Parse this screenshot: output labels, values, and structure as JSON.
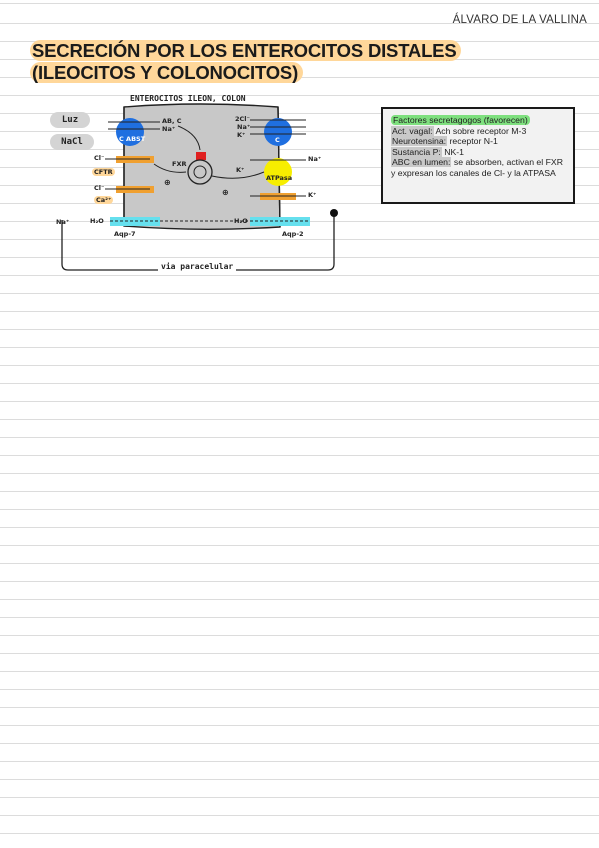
{
  "header": {
    "author": "ÁLVARO DE LA VALLINA"
  },
  "title": {
    "line1": "SECRECIÓN POR LOS ENTEROCITOS DISTALES",
    "line2": "(ILEOCITOS Y COLONOCITOS)"
  },
  "diagram": {
    "heading": "ENTEROCITOS ILEON, COLON",
    "lumen_label": "Luz",
    "nacl_label": "NaCl",
    "left_channel_label": "C ABST",
    "left_in_top": "AB, C",
    "left_in_bottom": "Na⁺",
    "cl_top": "Cl⁻",
    "cftr_label": "CFTR",
    "cl_bottom": "Cl⁻",
    "ca_label": "Ca²⁺",
    "h2o_left": "H₂O",
    "aqp_left": "Aqp-7",
    "fxr_label": "FXR",
    "plus_left": "⊕",
    "plus_right": "⊕",
    "right_in_1": "2Cl⁻",
    "right_in_2": "Na⁺",
    "right_in_3": "K⁺",
    "right_channel_label": "C",
    "k_left": "K⁺",
    "na_right": "Na⁺",
    "atpasa_label": "ATPasa",
    "k_right": "K⁺",
    "h2o_right": "H₂O",
    "aqp_right": "Aqp-2",
    "na_out": "Na⁺",
    "paracellular_label": "via paracelular"
  },
  "note": {
    "heading": "Factores secretagogos (favorecen)",
    "items": [
      {
        "term": "Act. vagal:",
        "text": " Ach sobre receptor M-3"
      },
      {
        "term": "Neurotensina:",
        "text": " receptor N-1"
      },
      {
        "term": "Sustancia P:",
        "text": " NK-1"
      },
      {
        "term": "ABC en lumen:",
        "text": " se absorben, activan el FXR y expresan los canales de Cl- y la ATPASA"
      }
    ]
  },
  "colors": {
    "title_highlight": "#ffd79a",
    "cell_gray": "#c8c8c8",
    "channel_blue": "#1f6fe0",
    "channel_yellow": "#f7ee00",
    "transporter_orange": "#f0a030",
    "aquaporin_cyan": "#66e0ee",
    "fxr_red": "#e02020",
    "note_green": "#7ee07e"
  }
}
